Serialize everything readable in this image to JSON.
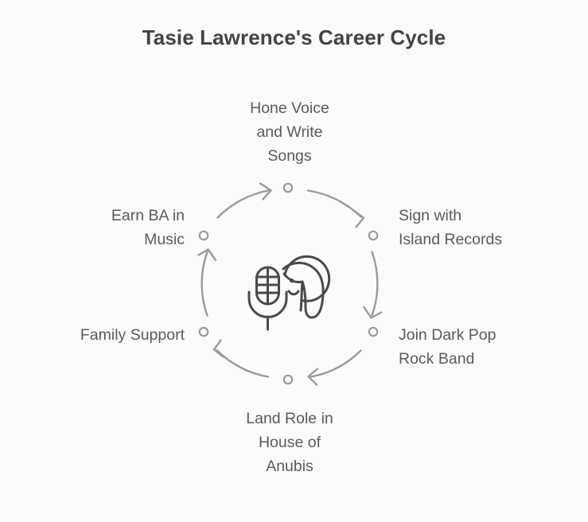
{
  "diagram": {
    "title": "Tasie Lawrence's Career Cycle",
    "type": "cycle",
    "direction": "clockwise",
    "node_count": 6,
    "center_icon": "microphone-and-singer-icon",
    "colors": {
      "background": "#fbfbfb",
      "title": "#434343",
      "label": "#5a5a5a",
      "arc": "#9a9a9a",
      "node": "#9a9a9a",
      "icon": "#4a4a4a"
    },
    "nodes": [
      {
        "id": "hone-voice",
        "label": "Hone Voice\nand Write\nSongs",
        "position": "top",
        "angle_deg": 270,
        "align": "center"
      },
      {
        "id": "sign-island-records",
        "label": "Sign with\nIsland Records",
        "position": "upper-right",
        "angle_deg": 330,
        "align": "left"
      },
      {
        "id": "join-band",
        "label": "Join Dark Pop\nRock Band",
        "position": "lower-right",
        "angle_deg": 30,
        "align": "left"
      },
      {
        "id": "land-role",
        "label": "Land Role in\nHouse of\nAnubis",
        "position": "bottom",
        "angle_deg": 90,
        "align": "center"
      },
      {
        "id": "family-support",
        "label": "Family Support",
        "position": "lower-left",
        "angle_deg": 150,
        "align": "right"
      },
      {
        "id": "earn-ba-music",
        "label": "Earn BA in\nMusic",
        "position": "upper-left",
        "angle_deg": 210,
        "align": "right"
      }
    ]
  }
}
